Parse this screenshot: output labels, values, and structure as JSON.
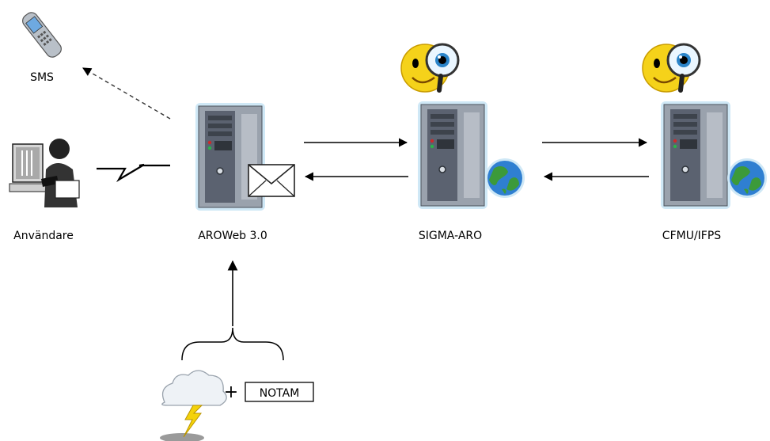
{
  "labels": {
    "sms": "SMS",
    "user": "Användare",
    "aroweb": "AROWeb 3.0",
    "sigma": "SIGMA-ARO",
    "cfmu": "CFMU/IFPS",
    "plus": "+",
    "notam": "NOTAM"
  },
  "icons": {
    "phone": "mobile-phone-icon",
    "user": "user-at-computer-icon",
    "server": "server-tower-icon",
    "mail": "envelope-icon",
    "globe": "globe-icon",
    "magnifier": "smiley-magnifier-icon",
    "weather": "storm-cloud-icon"
  },
  "colors": {
    "server_body": "#9aa2ad",
    "server_front": "#5b6270",
    "server_glow": "#cfe8f6",
    "smiley": "#f5d21a",
    "globe_sea": "#2f7fd1",
    "globe_land": "#3c9a3a",
    "lightning": "#f4d20a"
  }
}
